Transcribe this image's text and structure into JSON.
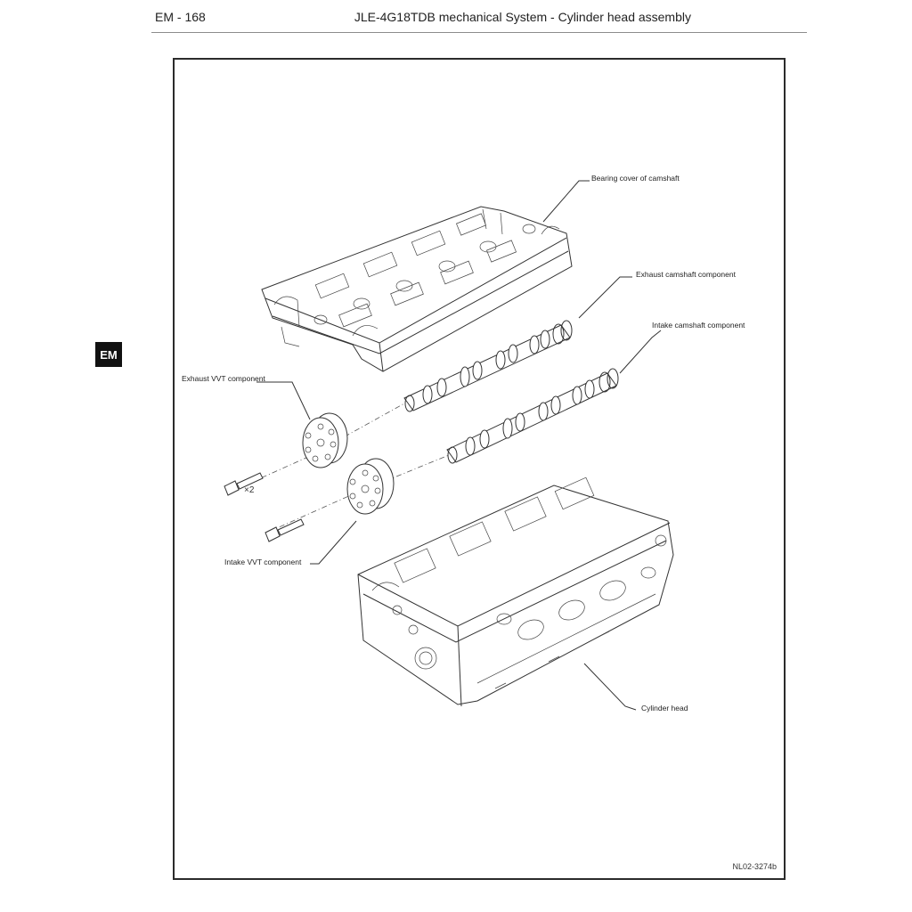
{
  "header": {
    "page_number": "EM - 168",
    "title": "JLE-4G18TDB mechanical System - Cylinder head assembly"
  },
  "section_tab": "EM",
  "figure": {
    "labels": {
      "bearing_cover": "Bearing cover of camshaft",
      "exhaust_camshaft": "Exhaust camshaft component",
      "intake_camshaft": "Intake camshaft component",
      "exhaust_vvt": "Exhaust VVT component",
      "intake_vvt": "Intake VVT component",
      "cylinder_head": "Cylinder head"
    },
    "bolt_quantity": "×2",
    "code": "NL02-3274b"
  }
}
